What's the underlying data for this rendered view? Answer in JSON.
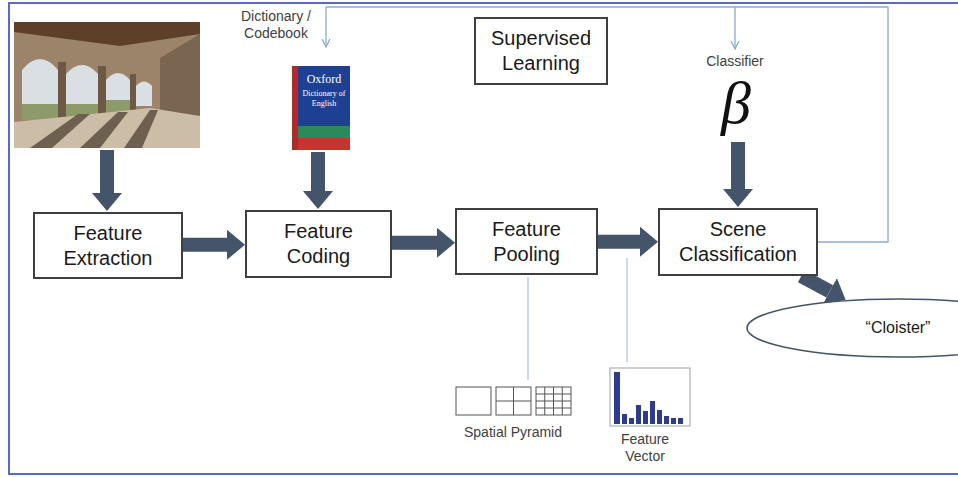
{
  "diagram": {
    "nodes": [
      {
        "text": [
          "Supervised Learning"
        ]
      },
      {
        "text": [
          "Feature Extraction"
        ]
      },
      {
        "text": [
          "Feature Coding"
        ]
      },
      {
        "text": [
          "Feature Pooling"
        ]
      },
      {
        "text": [
          "Scene Classification"
        ]
      },
      {
        "text": [
          "“Cloister”"
        ]
      }
    ],
    "edges": [
      {
        "from": 1,
        "to": 2,
        "arrow": "to"
      },
      {
        "from": 2,
        "to": 3,
        "arrow": "to"
      },
      {
        "from": 3,
        "to": 4,
        "arrow": "to"
      },
      {
        "from": 4,
        "to": 5,
        "arrow": "to"
      }
    ],
    "labels": [
      "Dictionary / Codebook",
      "Oxford",
      "Dictionary of English",
      "Classifier",
      "β",
      "Spatial Pyramid",
      "Feature Vector"
    ]
  }
}
